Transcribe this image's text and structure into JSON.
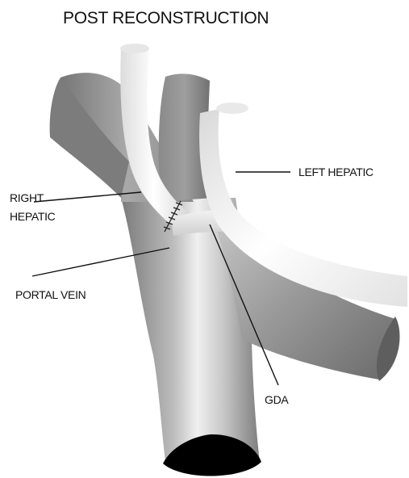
{
  "title": "POST RECONSTRUCTION",
  "labels": {
    "right_hepatic_line1": "RIGHT",
    "right_hepatic_line2": "HEPATIC",
    "left_hepatic": "LEFT HEPATIC",
    "portal_vein": "PORTAL VEIN",
    "gda": "GDA"
  },
  "colors": {
    "vein_dark": "#6e6e6e",
    "vein_light": "#e8e8e8",
    "artery_light": "#f4f4f4",
    "lumen": "#000000"
  }
}
